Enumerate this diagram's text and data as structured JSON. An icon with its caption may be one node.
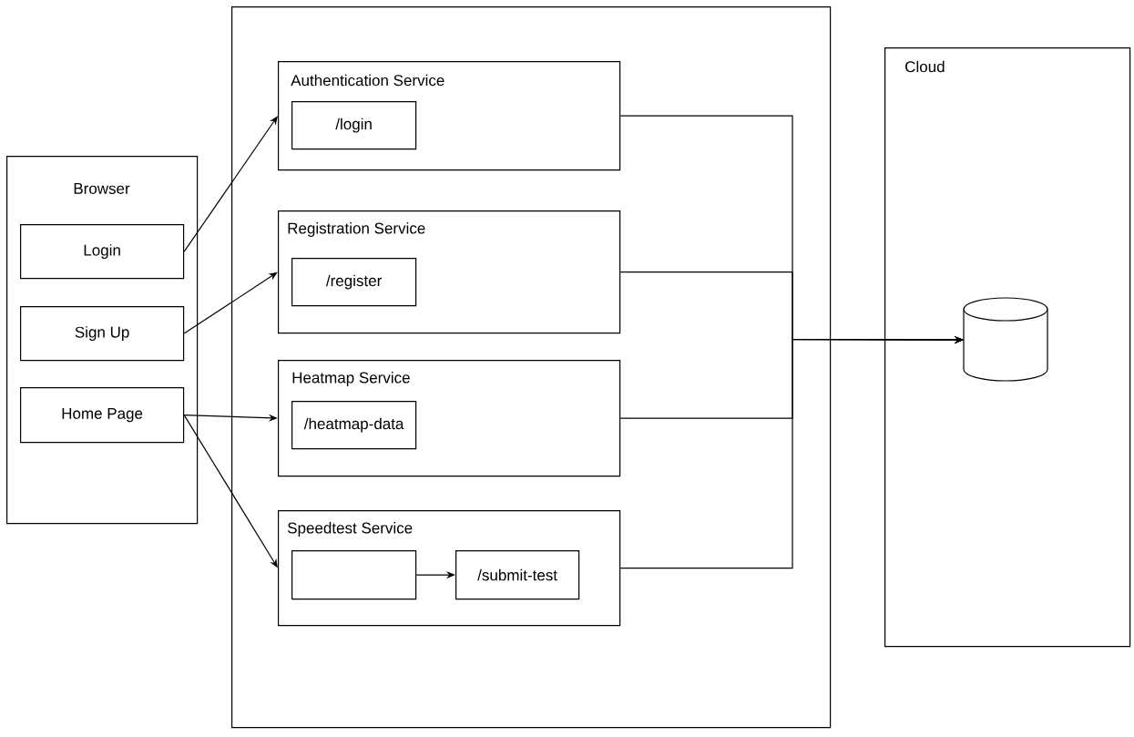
{
  "diagram": {
    "nodes": [
      {
        "text": [
          "Browser"
        ]
      },
      {
        "text": [
          "Login"
        ],
        "in": 0
      },
      {
        "text": [
          "Sign Up"
        ],
        "in": 0
      },
      {
        "text": [
          "Home Page"
        ],
        "in": 0
      },
      {
        "text": [],
        "shape": "box"
      },
      {
        "text": [
          "Authentication Service"
        ],
        "in": 4
      },
      {
        "text": [
          "/login"
        ],
        "in": 5
      },
      {
        "text": [
          "Registration Service"
        ],
        "in": 4
      },
      {
        "text": [
          "/register"
        ],
        "in": 7
      },
      {
        "text": [
          "Heatmap Service"
        ],
        "in": 4
      },
      {
        "text": [
          "/heatmap-data"
        ],
        "in": 9
      },
      {
        "text": [
          "Speedtest Service"
        ],
        "in": 4
      },
      {
        "text": [],
        "shape": "box",
        "in": 11
      },
      {
        "text": [
          "/submit-test"
        ],
        "in": 11
      },
      {
        "text": [
          "Cloud"
        ]
      },
      {
        "text": [],
        "shape": "cylinder",
        "in": 14
      }
    ],
    "edges": [
      {
        "from": 1,
        "to": 5,
        "arrow": "to"
      },
      {
        "from": 2,
        "to": 7,
        "arrow": "to"
      },
      {
        "from": 3,
        "to": 9,
        "arrow": "to"
      },
      {
        "from": 3,
        "to": 11,
        "arrow": "to"
      },
      {
        "from": 12,
        "to": 13,
        "arrow": "to"
      },
      {
        "from": 5,
        "to": 15,
        "arrow": "to"
      },
      {
        "from": 7,
        "to": 15,
        "arrow": "to"
      },
      {
        "from": 9,
        "to": 15,
        "arrow": "to"
      },
      {
        "from": 11,
        "to": 15,
        "arrow": "to"
      }
    ]
  }
}
